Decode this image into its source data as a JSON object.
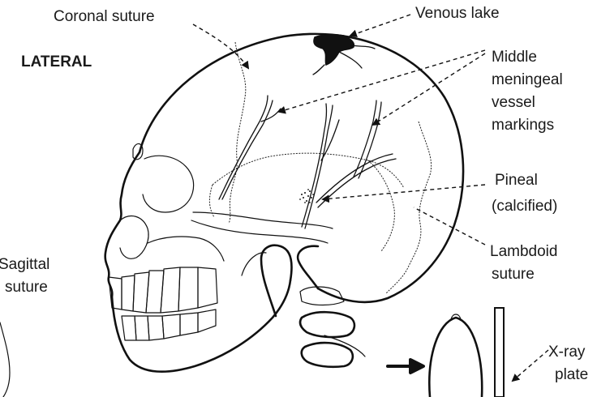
{
  "labels": {
    "coronal_suture": "Coronal suture",
    "venous_lake": "Venous lake",
    "lateral": "LATERAL",
    "middle_meningeal": [
      "Middle",
      "meningeal",
      "vessel",
      "markings"
    ],
    "pineal": [
      "Pineal",
      "(calcified)"
    ],
    "lambdoid": [
      "Lambdoid",
      "suture"
    ],
    "sagittal": [
      "Sagittal",
      "suture"
    ],
    "xray_plate": [
      "X-ray",
      "plate"
    ]
  }
}
